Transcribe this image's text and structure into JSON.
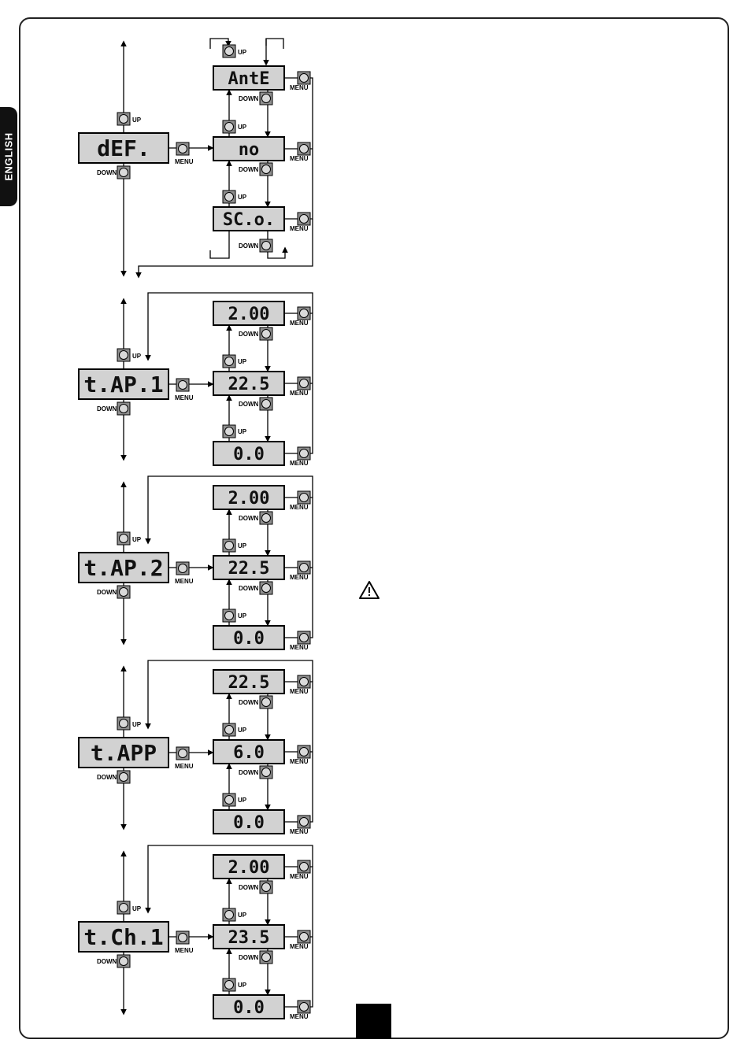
{
  "sidebar": {
    "language": "ENGLISH"
  },
  "labels": {
    "up": "UP",
    "down": "DOWN",
    "menu": "MENU"
  },
  "warning_symbol": "⚠",
  "page_number": "",
  "colors": {
    "display_bg": "#d2d2d2",
    "button_bg": "#8f8f8f",
    "line": "#000000"
  },
  "icons": {
    "warning": "warning-triangle-icon",
    "button": "push-button-icon"
  },
  "menus": [
    {
      "main": "dEF.",
      "options": [
        "AntE",
        "no",
        "SC.o."
      ]
    },
    {
      "main": "t.AP.1",
      "options": [
        "2.00",
        "22.5",
        "0.0"
      ]
    },
    {
      "main": "t.AP.2",
      "options": [
        "2.00",
        "22.5",
        "0.0"
      ]
    },
    {
      "main": "t.APP",
      "options": [
        "22.5",
        "6.0",
        "0.0"
      ]
    },
    {
      "main": "t.Ch.1",
      "options": [
        "2.00",
        "23.5",
        "0.0"
      ]
    }
  ]
}
